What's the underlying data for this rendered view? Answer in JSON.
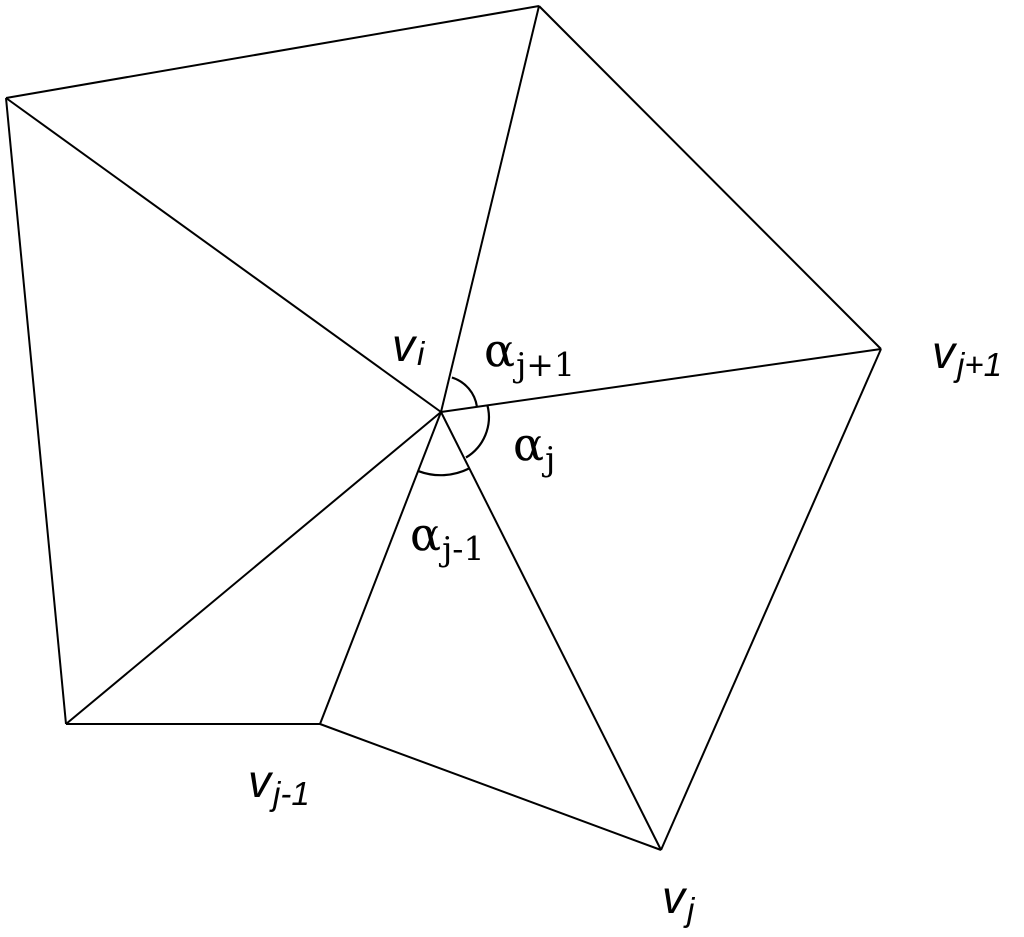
{
  "labels": {
    "vi": {
      "base": "v",
      "sub": "i"
    },
    "vj_plus": {
      "base": "v",
      "sub": "j+1"
    },
    "vj": {
      "base": "v",
      "sub": "j"
    },
    "vj_minus": {
      "base": "v",
      "sub": "j-1"
    },
    "alpha_j_plus": {
      "base": "α",
      "sub": "j+1"
    },
    "alpha_j": {
      "base": "α",
      "sub": "j"
    },
    "alpha_j_minus": {
      "base": "α",
      "sub": "j-1"
    }
  },
  "colors": {
    "stroke": "#000000",
    "background": "#ffffff"
  }
}
